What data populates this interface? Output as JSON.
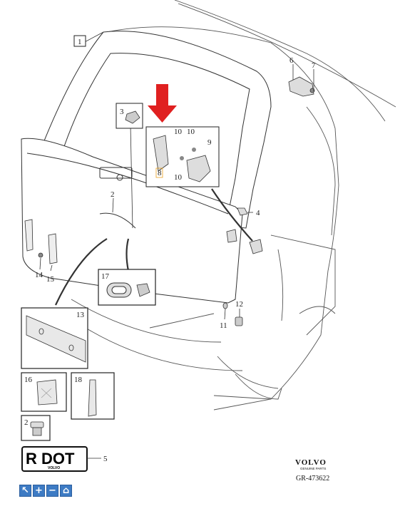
{
  "callouts": {
    "c1": "1",
    "c2a": "2",
    "c3": "3",
    "c4": "4",
    "c6": "6",
    "c7": "7",
    "c8": "8",
    "c9": "9",
    "c10a": "10",
    "c10b": "10",
    "c11": "11",
    "c12": "12",
    "c14": "14",
    "c15": "15"
  },
  "detail_boxes": {
    "b13": "13",
    "b16": "16",
    "b17": "17",
    "b18": "18",
    "b2": "2",
    "b5": "5"
  },
  "license_plate": {
    "text": "R DOT",
    "sub": "VOLVO"
  },
  "footer": {
    "brand": "VOLVO",
    "brand_sub": "GENUINE PARTS",
    "ref": "GR-473622"
  },
  "toolbar": {
    "select": {
      "icon": "pointer-icon",
      "glyph": "↖"
    },
    "zoom_in": {
      "icon": "plus-icon",
      "glyph": "+"
    },
    "zoom_out": {
      "icon": "minus-icon",
      "glyph": "−"
    },
    "home": {
      "icon": "home-icon",
      "glyph": "⌂"
    }
  },
  "colors": {
    "highlight_arrow": "#e02020",
    "toolbar": "#3d7bc4",
    "line": "#333333"
  }
}
